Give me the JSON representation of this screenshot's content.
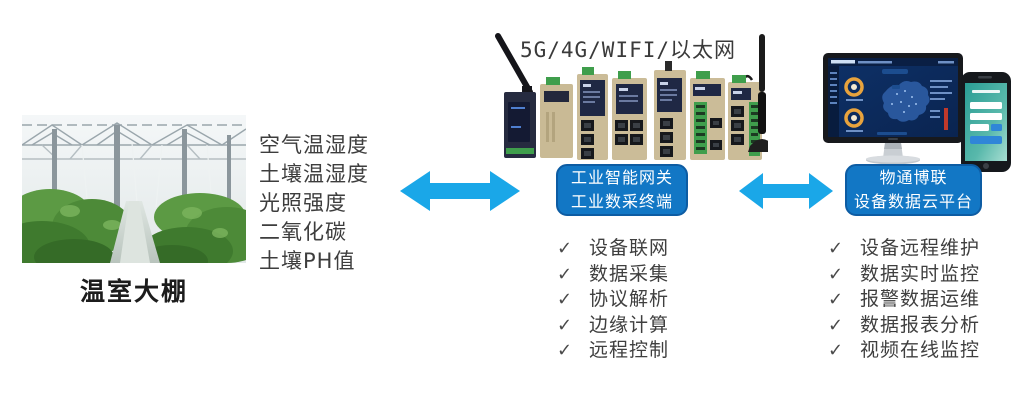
{
  "left": {
    "photo_alt": "greenhouse-interior-photo",
    "caption": "温室大棚"
  },
  "sensors": {
    "items": [
      "空气温湿度",
      "土壤温湿度",
      "光照强度",
      "二氧化碳",
      "土壤PH值"
    ]
  },
  "gateway": {
    "network_label": "5G/4G/WIFI/以太网",
    "box_line1": "工业智能网关",
    "box_line2": "工业数采终端",
    "features": [
      "设备联网",
      "数据采集",
      "协议解析",
      "边缘计算",
      "远程控制"
    ]
  },
  "cloud": {
    "box_line1": "物通博联",
    "box_line2": "设备数据云平台",
    "features": [
      "设备远程维护",
      "数据实时监控",
      "报警数据运维",
      "数据报表分析",
      "视频在线监控"
    ]
  },
  "icons": {
    "check": "✓"
  },
  "colors": {
    "arrow": "#1aa7e8",
    "box_fill": "#1277c5",
    "box_border": "#0d5ca3",
    "text": "#3b3b3b",
    "device_body": "#cbbc98",
    "device_panel": "#1f2844",
    "terminal_green": "#3f9e4c",
    "dashboard_navy": "#0d2c5e",
    "gauge_orange": "#e8a33d",
    "phone_screen_teal": "#2a9d94"
  }
}
